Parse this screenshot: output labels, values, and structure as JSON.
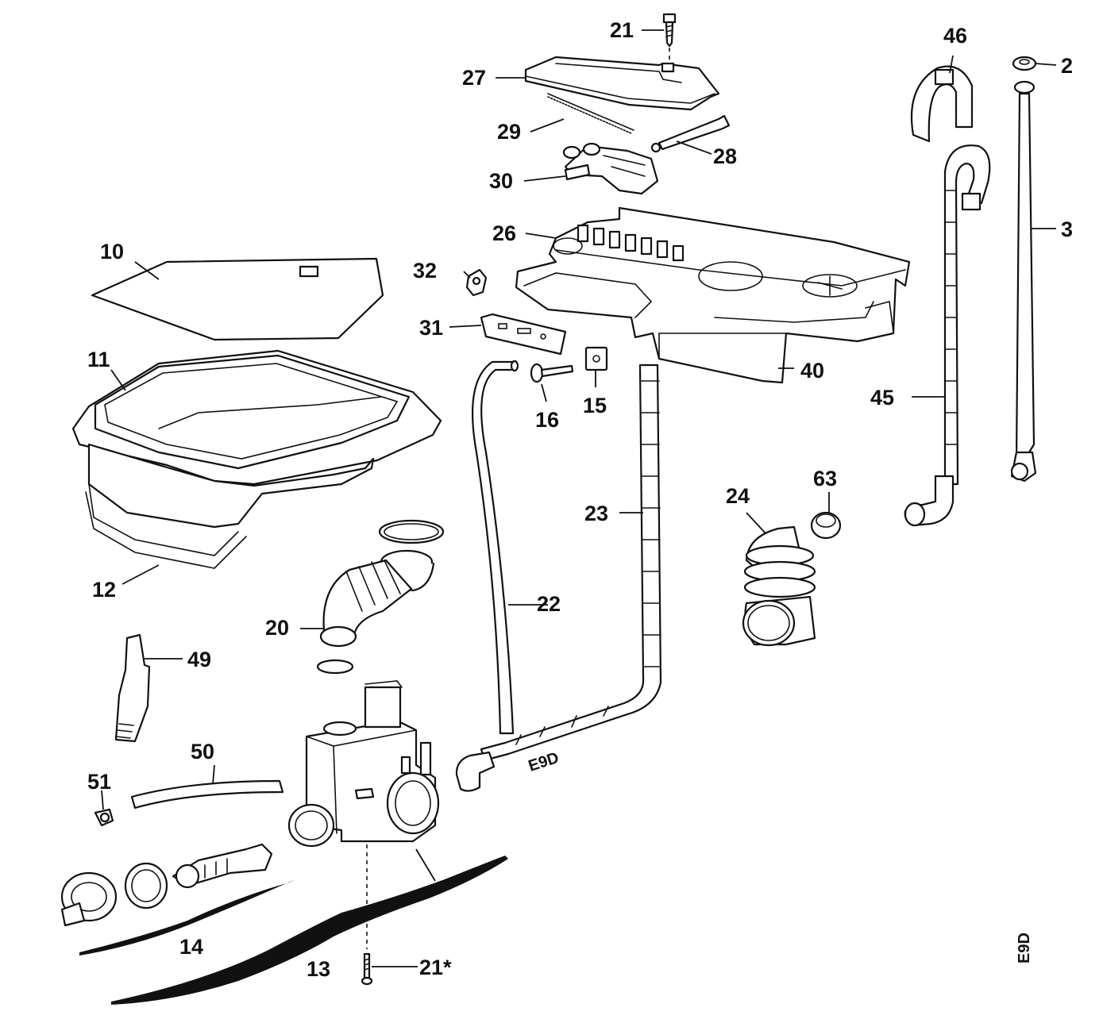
{
  "diagram": {
    "labels": {
      "p2": "2",
      "p3": "3",
      "p10": "10",
      "p11": "11",
      "p12": "12",
      "p13": "13",
      "p14": "14",
      "p15": "15",
      "p16": "16",
      "p20": "20",
      "p21_top": "21",
      "p21_bottom": "21*",
      "p22": "22",
      "p23": "23",
      "p24": "24",
      "p26": "26",
      "p27": "27",
      "p28": "28",
      "p29": "29",
      "p30": "30",
      "p31": "31",
      "p32": "32",
      "p40": "40",
      "p45": "45",
      "p46": "46",
      "p49": "49",
      "p50": "50",
      "p51": "51",
      "p63": "63"
    },
    "codes": {
      "hose_code": "E9D",
      "sheet_code": "E9D"
    }
  }
}
